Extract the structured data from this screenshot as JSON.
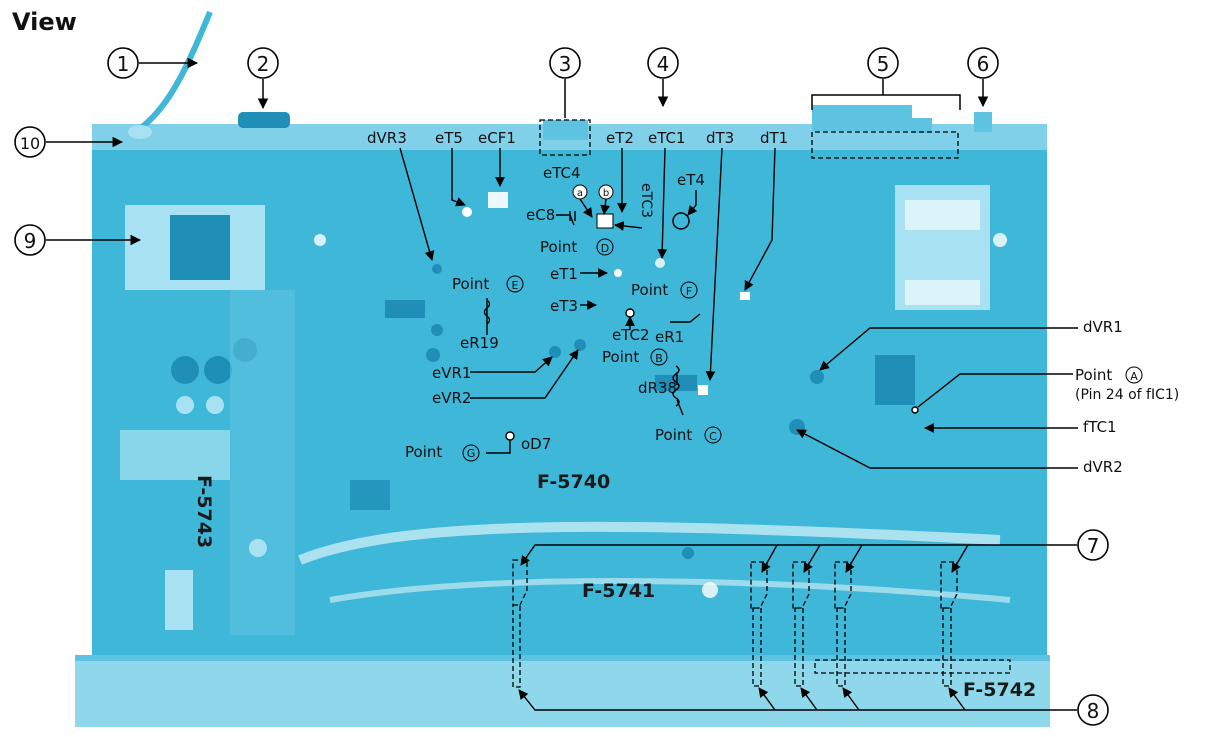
{
  "title": "View",
  "callouts": [
    "1",
    "2",
    "3",
    "4",
    "5",
    "6",
    "7",
    "8",
    "9",
    "10"
  ],
  "letters": [
    "a",
    "b",
    "A",
    "B",
    "C",
    "D",
    "E",
    "F",
    "G"
  ],
  "labels": {
    "dVR3": "dVR3",
    "eT5": "eT5",
    "eCF1": "eCF1",
    "eT2": "eT2",
    "eTC1": "eTC1",
    "dT3": "dT3",
    "dT1": "dT1",
    "eTC4": "eTC4",
    "eT4": "eT4",
    "eTC3": "eTC3",
    "eC8": "eC8",
    "eT1": "eT1",
    "eT3": "eT3",
    "eTC2": "eTC2",
    "eR1": "eR1",
    "eR19": "eR19",
    "eVR1": "eVR1",
    "eVR2": "eVR2",
    "dR38": "dR38",
    "oD7": "oD7",
    "dVR1": "dVR1",
    "dVR2": "dVR2",
    "fTC1": "fTC1",
    "point": "Point",
    "pin_note": "(Pin 24 of fIC1)"
  },
  "boards": {
    "f5740": "F-5740",
    "f5741": "F-5741",
    "f5742": "F-5742",
    "f5743": "F-5743"
  },
  "colors": {
    "board": "#3fb7d8",
    "board_dark": "#1f8fb8",
    "board_light": "#8fd8ec",
    "outline": "#000000"
  }
}
